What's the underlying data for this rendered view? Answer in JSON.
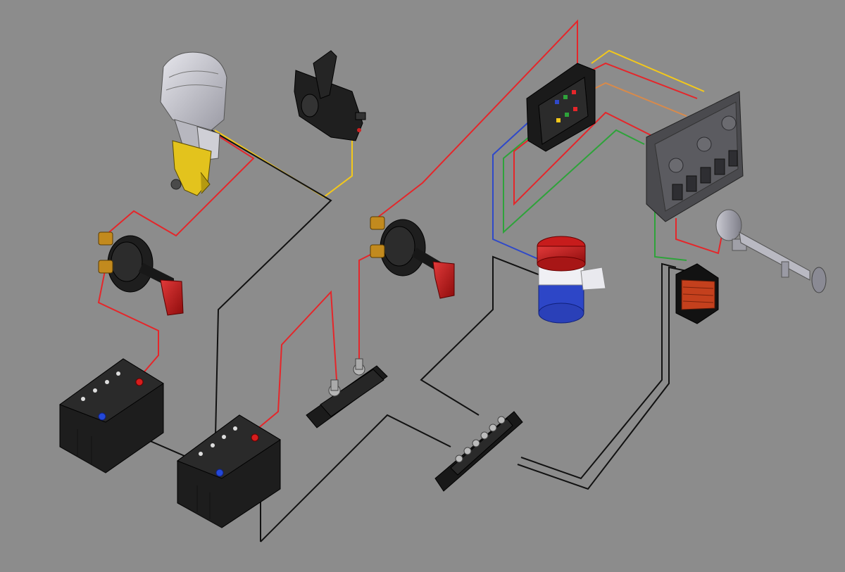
{
  "diagram": {
    "background": "#8c8c8c",
    "wire_colors": {
      "positive": "#e5262a",
      "negative": "#111111",
      "signal_yellow": "#f3c81b",
      "signal_green": "#2ea33a",
      "signal_blue": "#2f49c9",
      "signal_orange": "#d98a4a"
    },
    "components": [
      {
        "id": "outboard-motor",
        "label": "",
        "icon": "outboard-motor-icon"
      },
      {
        "id": "throttle-control",
        "label": "",
        "icon": "throttle-lever-icon"
      },
      {
        "id": "battery-switch-left",
        "label": "",
        "icon": "rotary-switch-icon"
      },
      {
        "id": "battery-switch-right",
        "label": "",
        "icon": "rotary-switch-icon"
      },
      {
        "id": "battery-left",
        "label": "",
        "icon": "battery-icon"
      },
      {
        "id": "battery-right",
        "label": "",
        "icon": "battery-icon"
      },
      {
        "id": "fuse-block",
        "label": "",
        "icon": "fuse-holder-icon"
      },
      {
        "id": "fuse-panel",
        "label": "",
        "icon": "fuse-panel-icon"
      },
      {
        "id": "switch-panel",
        "label": "",
        "icon": "switch-panel-icon"
      },
      {
        "id": "bilge-pump",
        "label": "",
        "icon": "bilge-pump-icon"
      },
      {
        "id": "air-horn",
        "label": "",
        "icon": "horn-icon"
      },
      {
        "id": "nav-light",
        "label": "",
        "icon": "navigation-light-icon"
      },
      {
        "id": "bus-bar",
        "label": "",
        "icon": "bus-bar-icon"
      }
    ]
  }
}
